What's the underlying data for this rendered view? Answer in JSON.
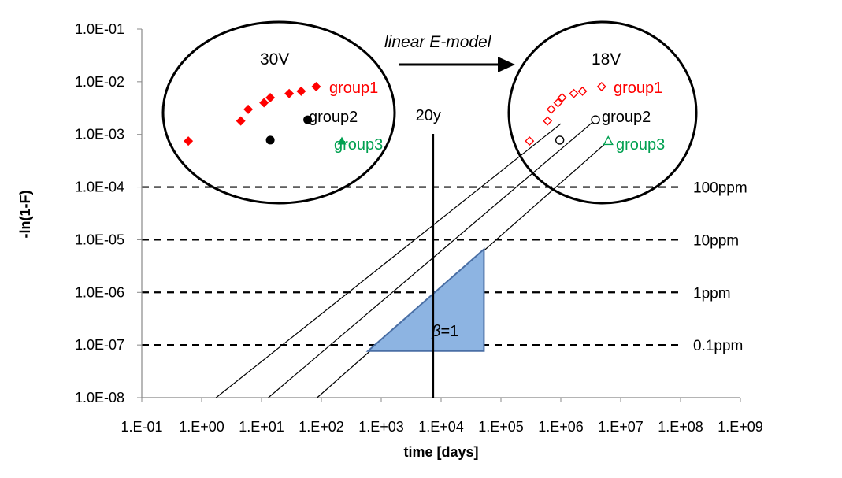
{
  "chart_data": {
    "type": "scatter",
    "x_scale": "log",
    "y_scale": "log",
    "xlabel": "time [days]",
    "ylabel": "-ln(1-F)",
    "xlim": [
      0.1,
      1000000000
    ],
    "ylim": [
      1e-08,
      0.1
    ],
    "x_ticks": [
      "1.E-01",
      "1.E+00",
      "1.E+01",
      "1.E+02",
      "1.E+03",
      "1.E+04",
      "1.E+05",
      "1.E+06",
      "1.E+07",
      "1.E+08",
      "1.E+09"
    ],
    "y_ticks": [
      "1.0E-01",
      "1.0E-02",
      "1.0E-03",
      "1.0E-04",
      "1.0E-05",
      "1.0E-06",
      "1.0E-07",
      "1.0E-08"
    ],
    "colors": {
      "group1": "#ff0000",
      "group2": "#000000",
      "group3": "#00a050",
      "triangle_fill": "#8db4e2",
      "triangle_stroke": "#4a6fa5"
    },
    "ellipse_labels": {
      "stress_30v": "30V",
      "stress_18v": "18V"
    },
    "arrow_label": "linear E-model",
    "reference_line": {
      "label": "20y",
      "x": 7300
    },
    "ppm_levels": [
      {
        "label": "100ppm",
        "y": 0.0001
      },
      {
        "label": "10ppm",
        "y": 1e-05
      },
      {
        "label": "1ppm",
        "y": 1e-06
      },
      {
        "label": "0.1ppm",
        "y": 1e-07
      }
    ],
    "slope_label": {
      "symbol": "β",
      "text": "=1"
    },
    "series": [
      {
        "name": "group1",
        "stress": "30V",
        "marker": "filled-diamond",
        "points": [
          [
            0.6,
            0.00075
          ],
          [
            4.5,
            0.0018
          ],
          [
            6.0,
            0.003
          ],
          [
            11,
            0.004
          ],
          [
            14,
            0.005
          ],
          [
            29,
            0.006
          ],
          [
            46,
            0.0066
          ],
          [
            82,
            0.0081
          ]
        ]
      },
      {
        "name": "group2",
        "stress": "30V",
        "marker": "filled-circle",
        "points": [
          [
            14,
            0.00078
          ],
          [
            59,
            0.0019
          ]
        ]
      },
      {
        "name": "group3",
        "stress": "30V",
        "marker": "filled-triangle",
        "points": [
          [
            220,
            0.00075
          ]
        ]
      },
      {
        "name": "group1",
        "stress": "18V",
        "marker": "open-diamond",
        "points": [
          [
            300000,
            0.00075
          ],
          [
            600000,
            0.0018
          ],
          [
            690000,
            0.003
          ],
          [
            900000,
            0.004
          ],
          [
            1050000,
            0.005
          ],
          [
            1650000,
            0.006
          ],
          [
            2300000,
            0.0066
          ],
          [
            4800000,
            0.0081
          ]
        ]
      },
      {
        "name": "group2",
        "stress": "18V",
        "marker": "open-circle",
        "points": [
          [
            960000,
            0.00078
          ],
          [
            3800000,
            0.0019
          ]
        ]
      },
      {
        "name": "group3",
        "stress": "18V",
        "marker": "open-triangle",
        "points": [
          [
            6200000,
            0.00075
          ]
        ]
      }
    ],
    "extrapolation_lines": [
      {
        "from": [
          1.74,
          1e-08
        ],
        "to": [
          1000000,
          0.0016
        ]
      },
      {
        "from": [
          13,
          1e-08
        ],
        "to": [
          3800000,
          0.0019
        ]
      },
      {
        "from": [
          85,
          1e-08
        ],
        "to": [
          6200000,
          0.00075
        ]
      }
    ],
    "slope_triangle": [
      [
        600,
        7.7e-08
      ],
      [
        52000,
        7.7e-08
      ],
      [
        52000,
        6.6e-06
      ]
    ]
  }
}
